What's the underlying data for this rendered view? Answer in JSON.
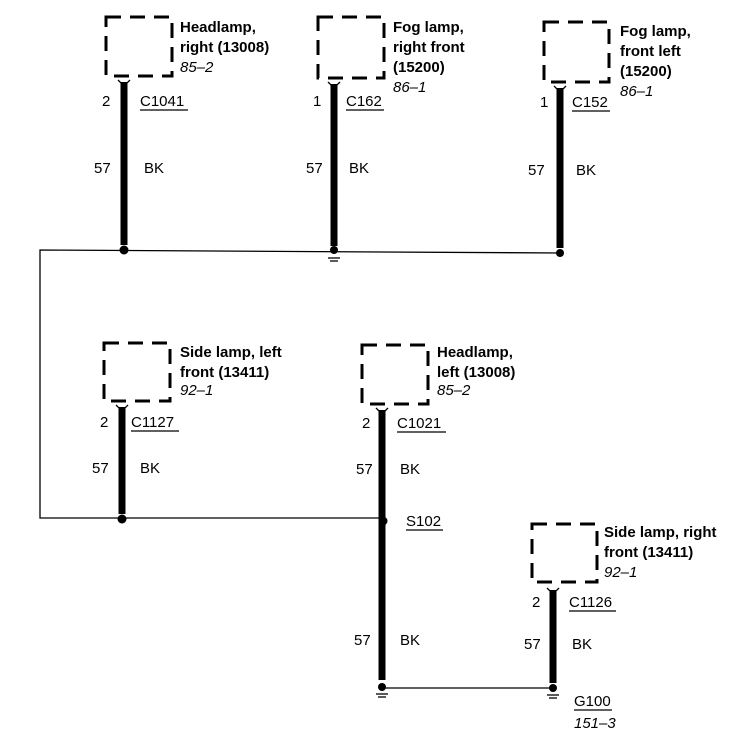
{
  "components": [
    {
      "name_lines": [
        "Headlamp,",
        "right (13008)"
      ],
      "ref": "85–2",
      "pin": "2",
      "connector": "C1041",
      "circuit": "57",
      "color": "BK"
    },
    {
      "name_lines": [
        "Fog lamp,",
        "right front",
        "(15200)"
      ],
      "ref": "86–1",
      "pin": "1",
      "connector": "C162",
      "circuit": "57",
      "color": "BK"
    },
    {
      "name_lines": [
        "Fog lamp,",
        "front left",
        "(15200)"
      ],
      "ref": "86–1",
      "pin": "1",
      "connector": "C152",
      "circuit": "57",
      "color": "BK"
    },
    {
      "name_lines": [
        "Side lamp, left",
        "front (13411)"
      ],
      "ref": "92–1",
      "pin": "2",
      "connector": "C1127",
      "circuit": "57",
      "color": "BK"
    },
    {
      "name_lines": [
        "Headlamp,",
        "left (13008)"
      ],
      "ref": "85–2",
      "pin": "2",
      "connector": "C1021",
      "circuit": "57",
      "color": "BK"
    },
    {
      "name_lines": [
        "Side lamp, right",
        "front (13411)"
      ],
      "ref": "92–1",
      "pin": "2",
      "connector": "C1126",
      "circuit": "57",
      "color": "BK"
    }
  ],
  "splice": {
    "label": "S102"
  },
  "ground_wire": {
    "circuit": "57",
    "color": "BK"
  },
  "ground": {
    "label": "G100",
    "ref": "151–3"
  }
}
